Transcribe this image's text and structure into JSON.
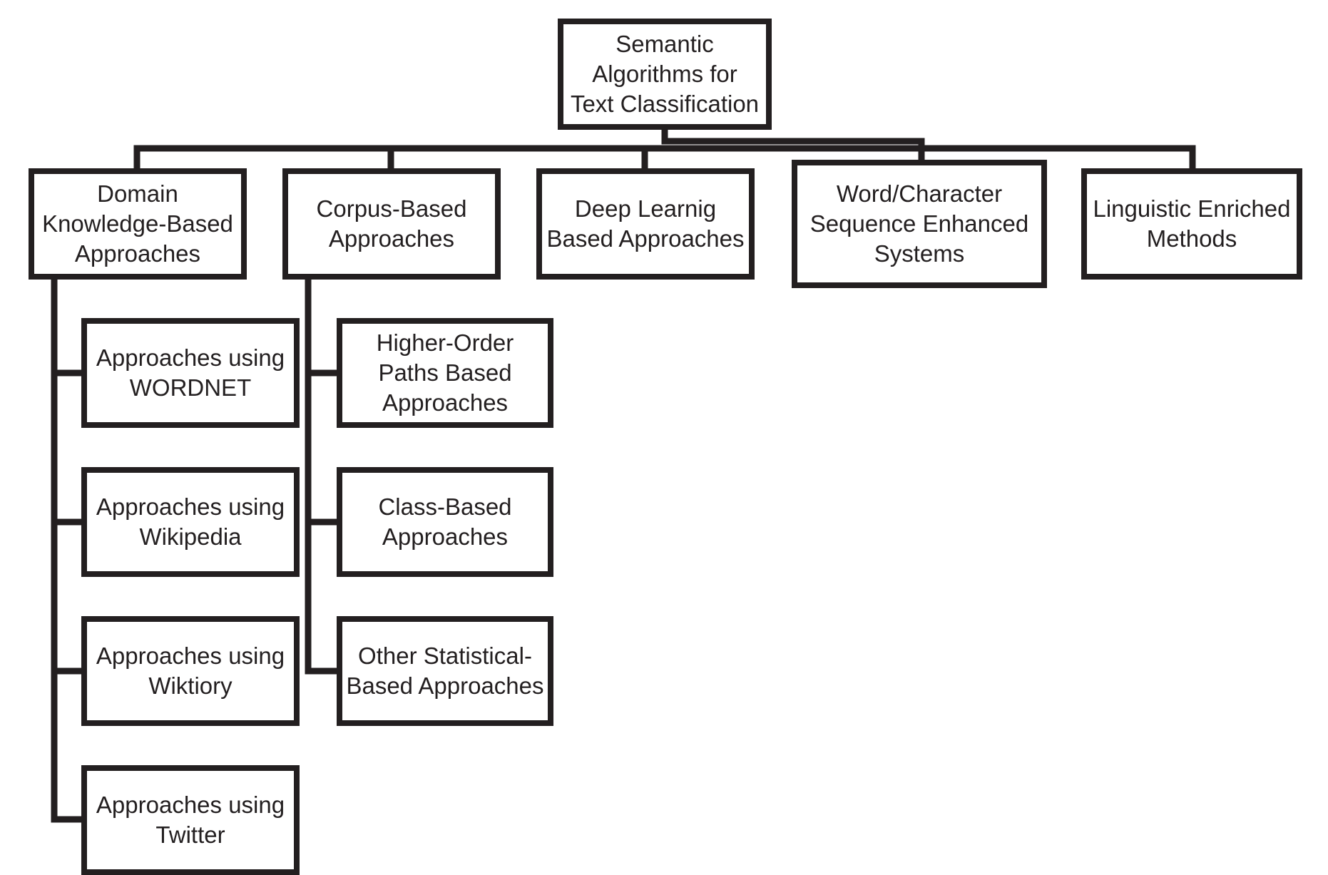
{
  "diagram": {
    "root": "Semantic\nAlgorithms for\nText Classification",
    "categories": {
      "domain": "Domain\nKnowledge-Based\nApproaches",
      "corpus": "Corpus-Based\nApproaches",
      "deep": "Deep Learnig\nBased Approaches",
      "sequence": "Word/Character\nSequence Enhanced\nSystems",
      "linguistic": "Linguistic Enriched\nMethods"
    },
    "domain_children": {
      "wordnet": "Approaches using\nWORDNET",
      "wikipedia": "Approaches using\nWikipedia",
      "wiktionary": "Approaches using\nWiktiory",
      "twitter": "Approaches using\nTwitter"
    },
    "corpus_children": {
      "higher_order": "Higher-Order\nPaths Based\nApproaches",
      "class_based": "Class-Based\nApproaches",
      "other_statistical": "Other Statistical-\nBased Approaches"
    }
  }
}
